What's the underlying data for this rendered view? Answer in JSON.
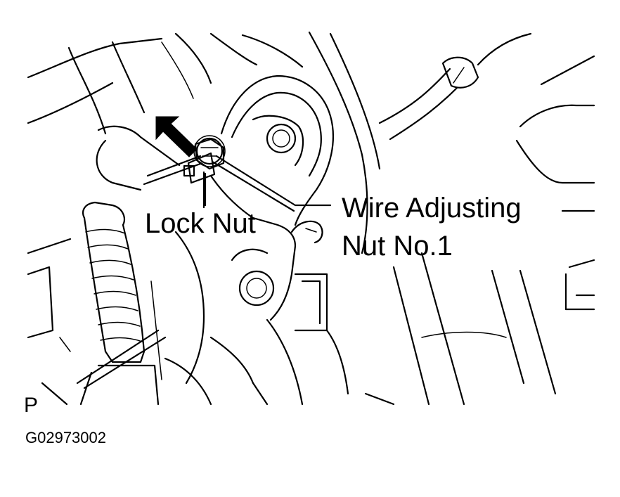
{
  "figure": {
    "callouts": {
      "lock_nut": "Lock Nut",
      "wire_adjusting_nut_line1": "Wire Adjusting",
      "wire_adjusting_nut_line2": "Nut No.1"
    },
    "view_letter": "P",
    "figure_code": "G02973002"
  },
  "colors": {
    "ink": "#000000",
    "paper": "#ffffff"
  },
  "icons": {
    "pointer": "arrow-icon"
  }
}
